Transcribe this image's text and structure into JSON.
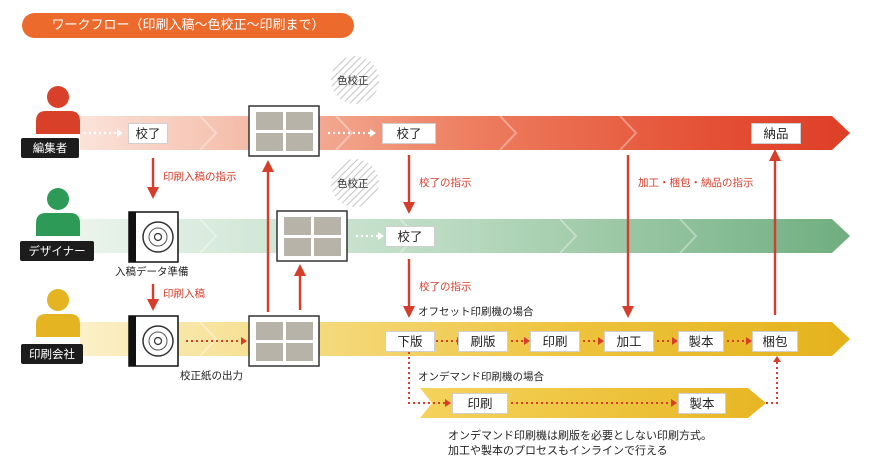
{
  "title": "ワークフロー（印刷入稿〜色校正〜印刷まで）",
  "roles": {
    "editor": "編集者",
    "designer": "デザイナー",
    "printer": "印刷会社"
  },
  "steps": {
    "editor_proof1": "校了",
    "editor_proof2": "校了",
    "delivery": "納品",
    "designer_proof": "校了",
    "offset": [
      "下版",
      "刷版",
      "印刷",
      "加工",
      "製本",
      "梱包"
    ],
    "ondemand": [
      "印刷",
      "製本"
    ]
  },
  "labels": {
    "color_proof_1": "色校正",
    "color_proof_2": "色校正",
    "submit_instruction": "印刷入稿の指示",
    "submit_prep": "入稿データ準備",
    "submit": "印刷入稿",
    "proof_output": "校正紙の出力",
    "proof_instruction_1": "校了の指示",
    "proof_instruction_2": "校了の指示",
    "finish_instruction": "加工・梱包・納品の指示",
    "offset_case": "オフセット印刷機の場合",
    "ondemand_case": "オンデマンド印刷機の場合",
    "note_line1": "オンデマンド印刷機は刷版を必要としない印刷方式。",
    "note_line2": "加工や製本のプロセスもインラインで行える"
  },
  "icons": {
    "person": "person-icon",
    "cd": "cd-disc-icon",
    "proof_sheet": "proof-sheet-icon",
    "arrow": "arrow-icon"
  },
  "colors": {
    "accent": "#ec6a2c",
    "arrow_red": "#d63d2a",
    "editor_band": "#e0452c",
    "designer_band": "#7fb68c",
    "printer_band": "#e6b824",
    "label_dark": "#1c1c1c"
  }
}
